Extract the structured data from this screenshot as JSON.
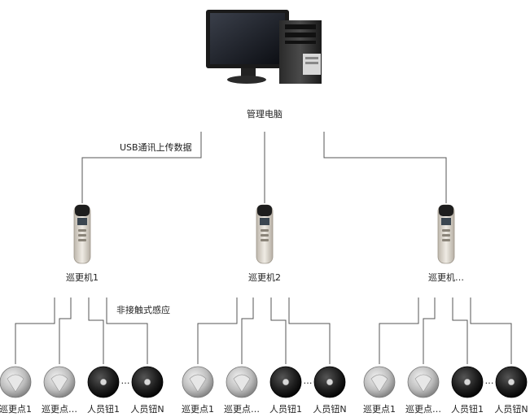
{
  "computer": {
    "label": "管理电脑"
  },
  "usb_label": "USB通讯上传数据",
  "contactless_label": "非接触式感应",
  "readers": [
    {
      "label": "巡更机1"
    },
    {
      "label": "巡更机2"
    },
    {
      "label": "巡更机…"
    }
  ],
  "groups": [
    {
      "tags": [
        "巡更点1",
        "巡更点…",
        "人员钮1",
        "人员钮N"
      ],
      "dots": "…"
    },
    {
      "tags": [
        "巡更点1",
        "巡更点…",
        "人员钮1",
        "人员钮N"
      ],
      "dots": "…"
    },
    {
      "tags": [
        "巡更点1",
        "巡更点…",
        "人员钮1",
        "人员钮N"
      ],
      "dots": "…"
    }
  ],
  "colors": {
    "line": "#555555",
    "silver": "#c8c8c8",
    "black": "#1e1e1e",
    "reader": "#d9d4cc"
  }
}
